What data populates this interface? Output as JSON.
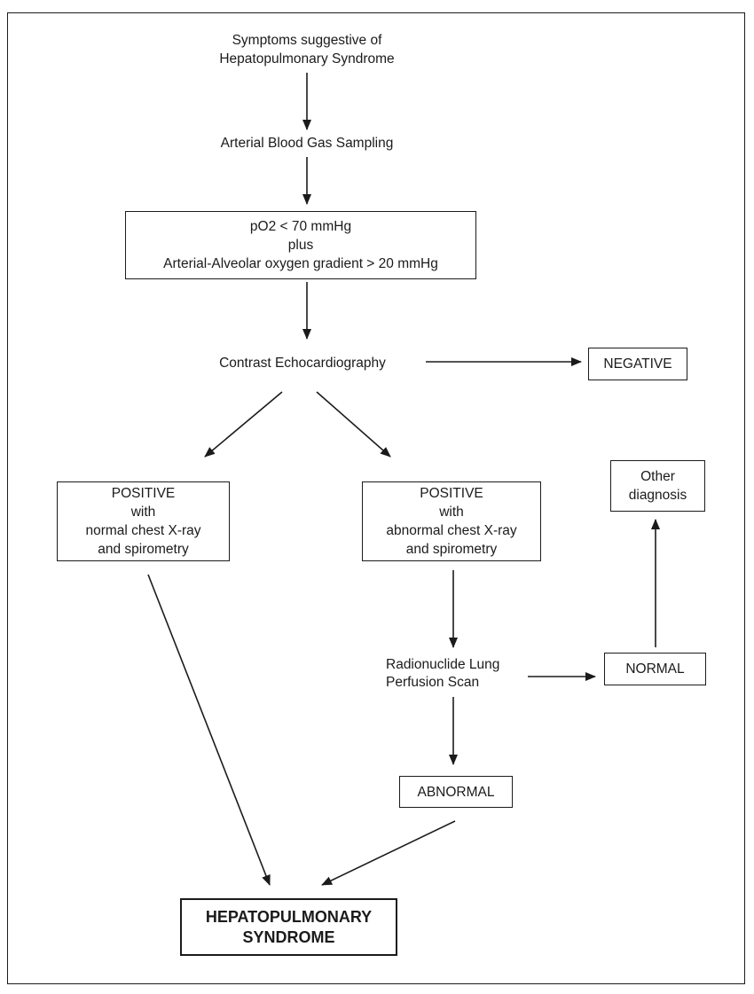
{
  "diagram": {
    "background": "#ffffff",
    "ink": "#1b1b1b",
    "nodes": {
      "symptoms": {
        "lines": [
          "Symptoms suggestive of",
          "Hepatopulmonary Syndrome"
        ]
      },
      "abg": {
        "label": "Arterial Blood Gas Sampling"
      },
      "criteria": {
        "lines": [
          "pO2 < 70 mmHg",
          "plus",
          "Arterial-Alveolar oxygen gradient > 20 mmHg"
        ]
      },
      "contrast_echo": {
        "label": "Contrast Echocardiography"
      },
      "negative": {
        "label": "NEGATIVE"
      },
      "positive_normal": {
        "lines": [
          "POSITIVE",
          "with",
          "normal chest X-ray",
          "and spirometry"
        ]
      },
      "positive_abnormal": {
        "lines": [
          "POSITIVE",
          "with",
          "abnormal chest X-ray",
          "and spirometry"
        ]
      },
      "other_diagnosis": {
        "lines": [
          "Other",
          "diagnosis"
        ]
      },
      "radionuclide": {
        "lines": [
          "Radionuclide Lung",
          "Perfusion Scan"
        ]
      },
      "normal": {
        "label": "NORMAL"
      },
      "abnormal": {
        "label": "ABNORMAL"
      },
      "hps": {
        "lines": [
          "HEPATOPULMONARY",
          "SYNDROME"
        ]
      }
    },
    "edges": [
      {
        "from": "symptoms",
        "to": "abg"
      },
      {
        "from": "abg",
        "to": "criteria"
      },
      {
        "from": "criteria",
        "to": "contrast_echo"
      },
      {
        "from": "contrast_echo",
        "to": "negative"
      },
      {
        "from": "contrast_echo",
        "to": "positive_normal"
      },
      {
        "from": "contrast_echo",
        "to": "positive_abnormal"
      },
      {
        "from": "positive_normal",
        "to": "hps"
      },
      {
        "from": "positive_abnormal",
        "to": "radionuclide"
      },
      {
        "from": "radionuclide",
        "to": "normal"
      },
      {
        "from": "normal",
        "to": "other_diagnosis"
      },
      {
        "from": "radionuclide",
        "to": "abnormal"
      },
      {
        "from": "abnormal",
        "to": "hps"
      }
    ]
  }
}
